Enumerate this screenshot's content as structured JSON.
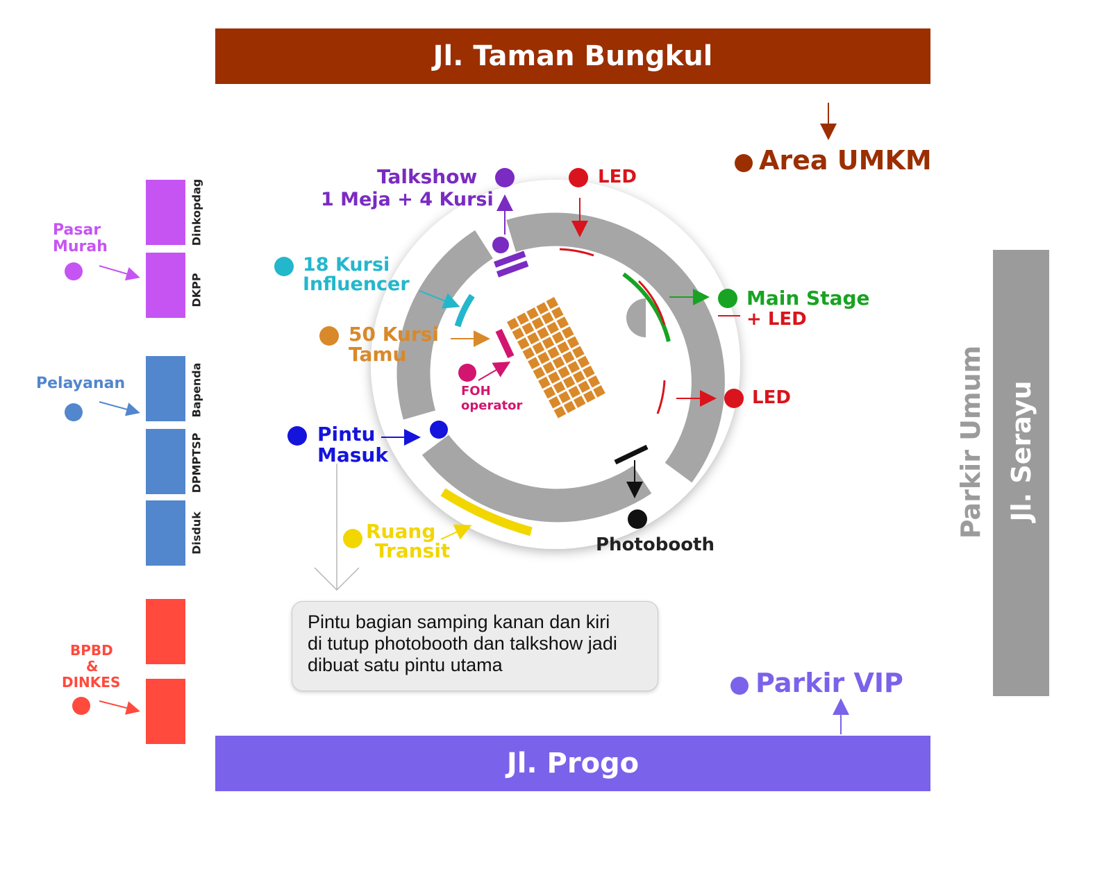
{
  "roads": {
    "north": {
      "label": "Jl. Taman Bungkul",
      "color": "#9b2f00"
    },
    "south": {
      "label": "Jl. Progo",
      "color": "#7b62ea"
    },
    "east": {
      "label": "Jl. Serayu",
      "color": "#9b9b9b"
    }
  },
  "parking": {
    "umum": {
      "label": "Parkir Umum",
      "color": "#9b9b9b"
    },
    "vip": {
      "label": "Parkir VIP",
      "color": "#7b62ea"
    }
  },
  "areas": {
    "umkm": {
      "label": "Area UMKM",
      "color": "#9b2f00"
    }
  },
  "stall_groups": {
    "pasar_murah": {
      "label_lines": [
        "Pasar",
        "Murah"
      ],
      "color": "#c654f3",
      "stalls": [
        "Dinkopdag",
        "DKPP"
      ]
    },
    "pelayanan": {
      "label": "Pelayanan",
      "color": "#5286cd",
      "stalls": [
        "Bapenda",
        "DPMPTSP",
        "Disduk"
      ]
    },
    "bpbd_dinkes": {
      "label_lines": [
        "BPBD",
        "&",
        "DINKES"
      ],
      "color": "#ff4a3d"
    }
  },
  "venue_labels": {
    "talkshow": {
      "lines": [
        "Talkshow",
        "1 Meja + 4 Kursi"
      ],
      "color": "#7a2bc2"
    },
    "led_top": {
      "label": "LED",
      "color": "#d9141c"
    },
    "influencer": {
      "lines": [
        "18 Kursi",
        "Influencer"
      ],
      "color": "#23b7cc"
    },
    "main_stage": {
      "lines": [
        "Main Stage",
        "+ LED"
      ],
      "colors": [
        "#18a323",
        "#d9141c"
      ]
    },
    "tamu": {
      "lines": [
        "50 Kursi",
        "Tamu"
      ],
      "color": "#d9892a"
    },
    "foh": {
      "lines": [
        "FOH",
        "operator"
      ],
      "color": "#d2166f"
    },
    "led_right": {
      "label": "LED",
      "color": "#d9141c"
    },
    "pintu_masuk": {
      "lines": [
        "Pintu",
        "Masuk"
      ],
      "color": "#1414dc"
    },
    "ruang_transit": {
      "lines": [
        "Ruang",
        "Transit"
      ],
      "color": "#f2d600"
    },
    "photobooth": {
      "label": "Photobooth",
      "color": "#222222"
    }
  },
  "note": {
    "lines": [
      "Pintu bagian samping kanan dan kiri",
      "di tutup photobooth dan talkshow jadi",
      "dibuat satu pintu utama"
    ]
  },
  "colors": {
    "ring": "#a6a6a6",
    "seats": "#d9892a"
  }
}
